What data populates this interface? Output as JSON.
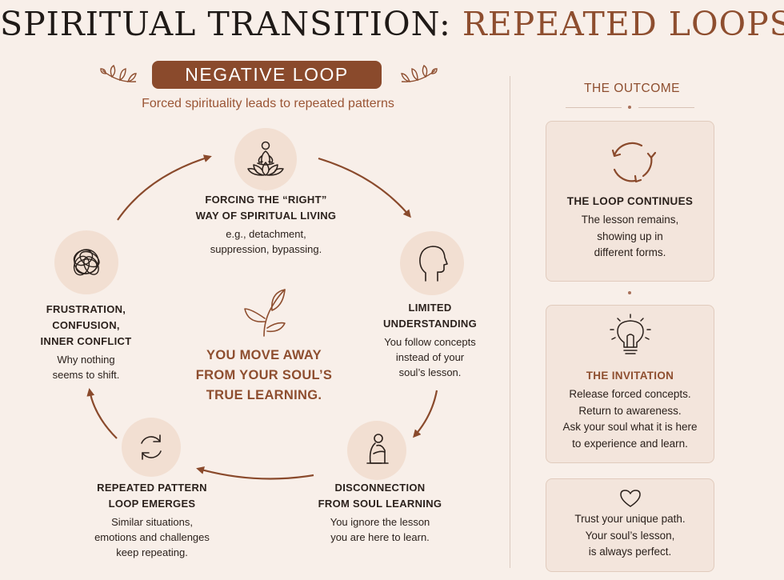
{
  "title": {
    "part1": "SPIRITUAL TRANSITION:",
    "part2": "REPEATED LOOPS"
  },
  "loop": {
    "label": "NEGATIVE LOOP",
    "subtitle": "Forced spirituality leads to repeated patterns",
    "center_text": [
      "YOU MOVE AWAY",
      "FROM YOUR SOUL’S",
      "TRUE LEARNING."
    ],
    "nodes": [
      {
        "title": [
          "FORCING THE “RIGHT”",
          "WAY OF SPIRITUAL LIVING"
        ],
        "desc": [
          "e.g., detachment,",
          "suppression, bypassing."
        ],
        "icon": "meditation-icon"
      },
      {
        "title": [
          "LIMITED",
          "UNDERSTANDING"
        ],
        "desc": [
          "You follow concepts",
          "instead of your",
          "soul’s lesson."
        ],
        "icon": "head-profile-icon"
      },
      {
        "title": [
          "DISCONNECTION",
          "FROM SOUL LEARNING"
        ],
        "desc": [
          "You ignore the lesson",
          "you are here to learn."
        ],
        "icon": "sitting-person-icon"
      },
      {
        "title": [
          "REPEATED PATTERN",
          "LOOP EMERGES"
        ],
        "desc": [
          "Similar situations,",
          "emotions and challenges",
          "keep repeating."
        ],
        "icon": "refresh-icon"
      },
      {
        "title": [
          "FRUSTRATION,",
          "CONFUSION,",
          "INNER CONFLICT"
        ],
        "desc": [
          "Why nothing",
          "seems to shift."
        ],
        "icon": "tangled-knot-icon"
      }
    ]
  },
  "outcome": {
    "heading": "THE OUTCOME",
    "cards": [
      {
        "title": "THE LOOP CONTINUES",
        "desc": [
          "The lesson remains,",
          "showing up in",
          "different forms."
        ],
        "icon": "cycle-arrows-icon"
      },
      {
        "title": "THE INVITATION",
        "desc": [
          "Release forced concepts.",
          "Return to awareness.",
          "Ask your soul what it is here",
          "to experience and learn."
        ],
        "icon": "lightbulb-icon"
      },
      {
        "title": "",
        "desc": [
          "Trust your unique path.",
          "Your soul’s lesson,",
          "is always perfect."
        ],
        "icon": "heart-icon"
      }
    ]
  },
  "colors": {
    "background": "#f8efe9",
    "accent": "#8a4a2c",
    "accent_text": "#8e4e2f",
    "icon_circle": "#f2dfd2",
    "card": "#f3e5dc"
  }
}
